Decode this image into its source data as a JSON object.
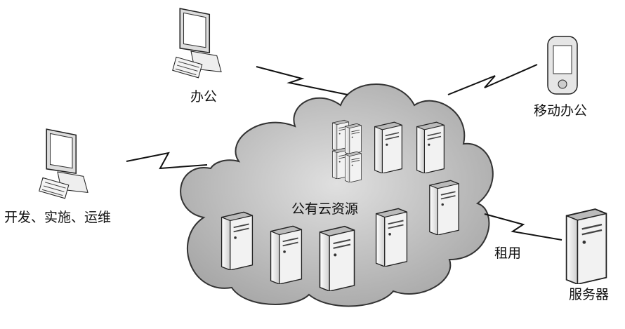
{
  "labels": {
    "office": "办公",
    "mobile_office": "移动办公",
    "dev_ops": "开发、实施、运维",
    "public_cloud": "公有云资源",
    "rent": "租用",
    "server": "服务器"
  },
  "colors": {
    "cloud_fill": "#c9c9c9",
    "cloud_stroke": "#333333",
    "device_fill": "#e8e8e8",
    "text": "#111111"
  }
}
